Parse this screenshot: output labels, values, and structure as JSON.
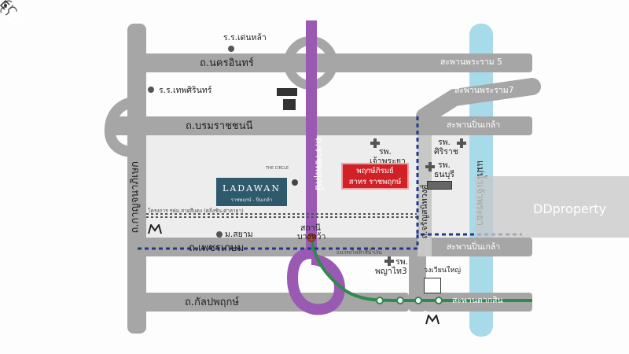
{
  "roads": {
    "nakhon_in": "ถ.นครอินทร์",
    "borommaratchachonnani": "ถ.บรมราชชนนี",
    "phet_kasem": "ถ.เพชรเกษม",
    "kanlapaphruek": "ถ.กัลปพฤกษ์",
    "kanchanaphisek": "ถ.กาญจนาภิเษก",
    "ratchaphruek": "ถ.ราชพฤกษ์",
    "charan_sanit_wong": "ถ.จรัญสนิทวงศ์",
    "chao_phraya_river": "แม่น้ำเจ้าพระยา",
    "southern_line_note": "โครงการ รฟม.สายสีแดง (ตลิ่งชัน-ศาลายา)",
    "red_line_note": "แนวรถไฟฟ้าสีน้ำเงิน"
  },
  "bridges": {
    "rama5": "สะพานพระราม 5",
    "rama7": "สะพานพระราม7",
    "pinklao": "สะพานปิ่นเกล้า",
    "pak_kret_side": "สะพานปิ่นเกล้า",
    "taksin": "สะพานตากสิน"
  },
  "pois": {
    "school_tenla": "ร.ร.เด่นหล้า",
    "school_thepsirin": "ร.ร.เทพศิรินทร์",
    "hosp_chaophraya": [
      "รพ.",
      "เจ้าพระยา"
    ],
    "hosp_siriraj": [
      "รพ.",
      "ศิริราช"
    ],
    "hosp_thonburi": [
      "รพ.",
      "ธนบุรี"
    ],
    "hosp_phyathai3": [
      "รพ.",
      "พญาไท3"
    ],
    "m_siam": "ม.สยาม",
    "station_bang_wa": [
      "สถานี",
      "บางหว้า"
    ],
    "wongwian_yai": "วงเวียนใหญ่",
    "the_circle": "THE CIRCLE"
  },
  "ladawan": {
    "name": "LADAWAN",
    "sub": "ราชพฤกษ์ - ปิ่นเกล้า"
  },
  "project": {
    "line1": "พฤกษ์ภิรมย์",
    "line2": "สาทร ราชพฤกษ์"
  },
  "watermark": {
    "brand": "DDproperty"
  },
  "colors": {
    "road_gray": "#a6a6a6",
    "purple_line": "#9a59b3",
    "green_line": "#2e8b4c",
    "river": "#a8dbea",
    "blue_dotted": "#1f3b8a",
    "project_red": "#d12127",
    "ladawan_teal": "#2f5a6b"
  }
}
